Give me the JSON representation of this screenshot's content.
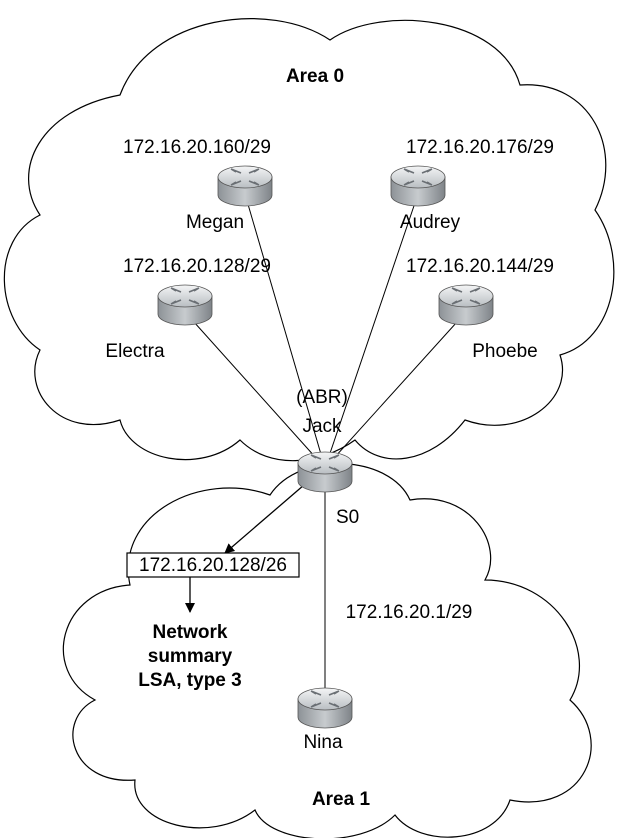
{
  "area0": {
    "label": "Area 0"
  },
  "area1": {
    "label": "Area 1"
  },
  "routers": {
    "megan": {
      "name": "Megan",
      "network": "172.16.20.160/29"
    },
    "audrey": {
      "name": "Audrey",
      "network": "172.16.20.176/29"
    },
    "electra": {
      "name": "Electra",
      "network": "172.16.20.128/29"
    },
    "phoebe": {
      "name": "Phoebe",
      "network": "172.16.20.144/29"
    },
    "jack": {
      "name": "Jack",
      "role": "(ABR)",
      "interface": "S0"
    },
    "nina": {
      "name": "Nina",
      "network": "172.16.20.1/29"
    }
  },
  "summary": {
    "route": "172.16.20.128/26",
    "lsa_line1": "Network",
    "lsa_line2": "summary",
    "lsa_line3": "LSA, type 3"
  }
}
